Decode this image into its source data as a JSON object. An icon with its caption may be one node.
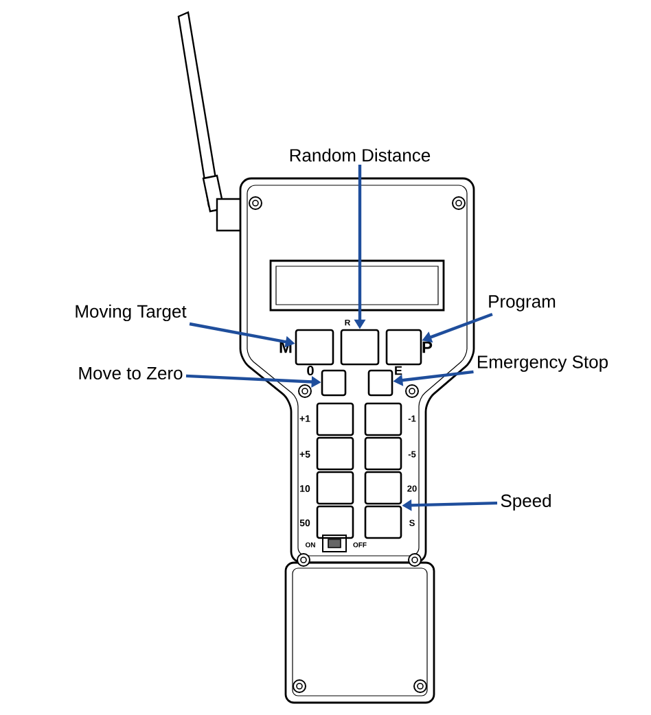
{
  "diagram": {
    "nodes": [
      {
        "text": [
          "Random Distance"
        ]
      },
      {
        "text": [
          "Moving Target"
        ]
      },
      {
        "text": [
          "Program"
        ]
      },
      {
        "text": [
          "Move to Zero"
        ]
      },
      {
        "text": [
          "Emergency Stop"
        ]
      },
      {
        "text": [
          "Speed"
        ]
      },
      {
        "text": [],
        "shape": "box"
      },
      {
        "text": [],
        "shape": "box"
      },
      {
        "text": [],
        "shape": "box"
      },
      {
        "text": [],
        "shape": "box"
      },
      {
        "text": [],
        "shape": "box"
      },
      {
        "text": [],
        "shape": "box"
      }
    ],
    "edges": [
      {
        "from": 0,
        "to": 7,
        "arrow": "to"
      },
      {
        "from": 1,
        "to": 6,
        "arrow": "to"
      },
      {
        "from": 2,
        "to": 8,
        "arrow": "to"
      },
      {
        "from": 3,
        "to": 9,
        "arrow": "to"
      },
      {
        "from": 4,
        "to": 10,
        "arrow": "to"
      },
      {
        "from": 5,
        "to": 11,
        "arrow": "to"
      }
    ],
    "labels": [
      "R",
      "M",
      "P",
      "0",
      "E",
      "+1",
      "-1",
      "+5",
      "-5",
      "10",
      "20",
      "50",
      "S",
      "ON",
      "OFF"
    ]
  }
}
